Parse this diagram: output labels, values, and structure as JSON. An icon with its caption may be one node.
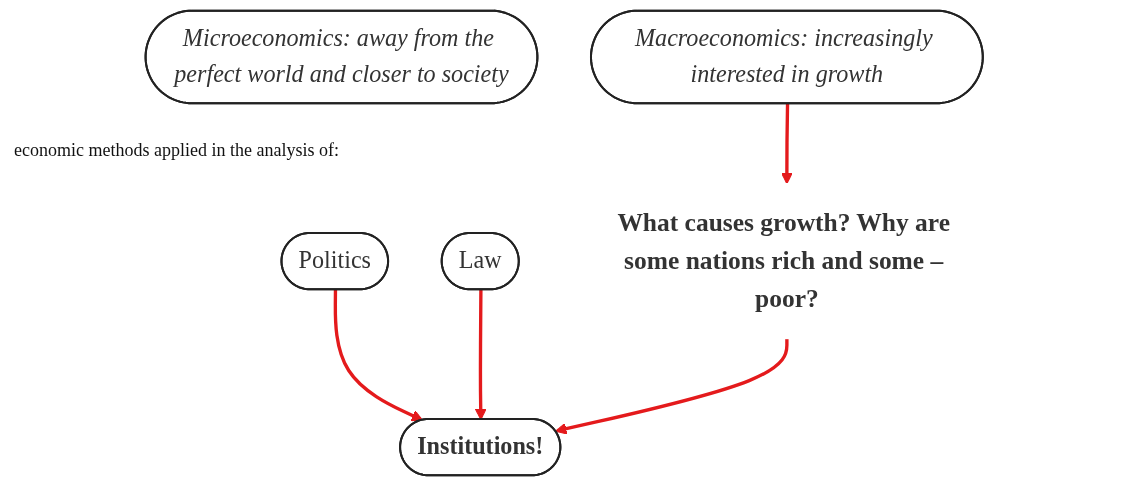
{
  "diagram": {
    "nodes": [
      {
        "text": [
          "Microeconomics: away from the perfect world and closer to society"
        ]
      },
      {
        "text": [
          "Macroeconomics: increasingly interested in growth"
        ]
      },
      {
        "text": [
          "Politics"
        ]
      },
      {
        "text": [
          "Law"
        ]
      },
      {
        "text": [
          "What causes growth? Why are some nations rich and some – poor?"
        ]
      },
      {
        "text": [
          "Institutions!"
        ]
      }
    ],
    "edges": [
      {
        "from": 1,
        "to": 4,
        "arrow": "to"
      },
      {
        "from": 2,
        "to": 5,
        "arrow": "to"
      },
      {
        "from": 3,
        "to": 5,
        "arrow": "to"
      },
      {
        "from": 4,
        "to": 5,
        "arrow": "to"
      }
    ],
    "labels": [
      "economic methods applied in the analysis of:"
    ]
  }
}
